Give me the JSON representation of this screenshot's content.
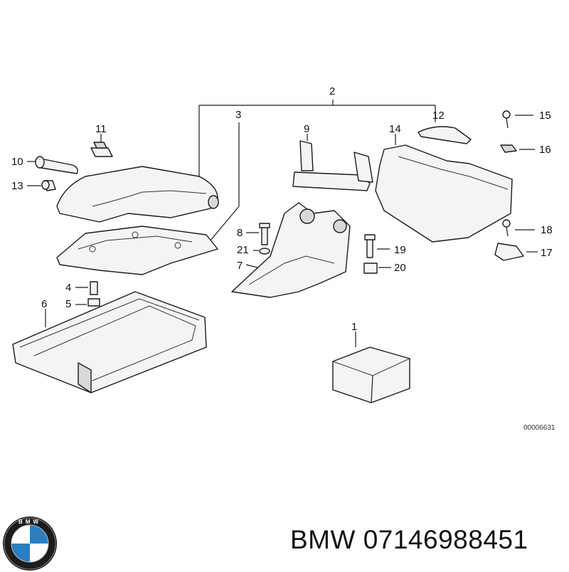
{
  "diagram": {
    "callouts": {
      "c1": "1",
      "c2": "2",
      "c3": "3",
      "c4": "4",
      "c5": "5",
      "c6": "6",
      "c7": "7",
      "c8": "8",
      "c9": "9",
      "c10": "10",
      "c11": "11",
      "c12": "12",
      "c13": "13",
      "c14": "14",
      "c15": "15",
      "c16": "16",
      "c17": "17",
      "c18": "18",
      "c19": "19",
      "c20": "20",
      "c21": "21"
    },
    "figure_number": "00006631"
  },
  "brand": {
    "logo_letters": "BMW",
    "logo_colors": {
      "ring": "#1c1c1c",
      "blue": "#2a7fc2",
      "white": "#ffffff"
    },
    "caption": "BMW 07146988451"
  }
}
